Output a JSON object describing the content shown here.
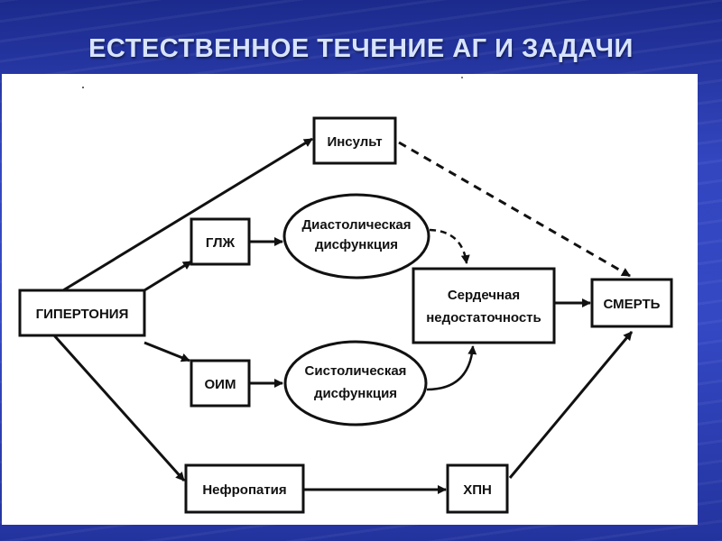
{
  "slide": {
    "title": "ЕСТЕСТВЕННОЕ ТЕЧЕНИЕ АГ И ЗАДАЧИ"
  },
  "diagram": {
    "nodes": {
      "hypertension": "ГИПЕРТОНИЯ",
      "stroke": "Инсульт",
      "lvh": "ГЛЖ",
      "diastolic_line1": "Диастолическая",
      "diastolic_line2": "дисфункция",
      "heart_failure_line1": "Сердечная",
      "heart_failure_line2": "недостаточность",
      "death": "СМЕРТЬ",
      "mi": "ОИМ",
      "systolic_line1": "Систолическая",
      "systolic_line2": "дисфункция",
      "nephropathy": "Нефропатия",
      "ckd": "ХПН"
    }
  },
  "colors": {
    "background": "#3346c0",
    "title": "#d8e4ff",
    "panel": "#ffffff",
    "ink": "#111111"
  }
}
